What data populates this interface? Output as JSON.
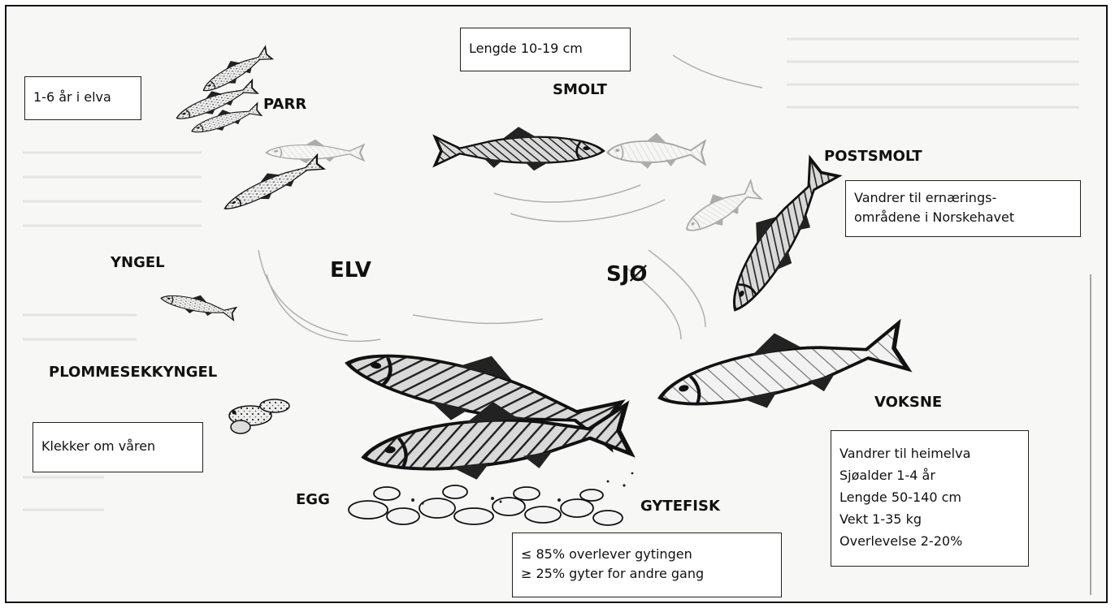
{
  "diagram": {
    "stage_labels": {
      "parr": "PARR",
      "smolt": "SMOLT",
      "postsmolt": "POSTSMOLT",
      "yngel": "YNGEL",
      "elv": "ELV",
      "sjo": "SJØ",
      "plommesekkyngel": "PLOMMESEKKYNGEL",
      "voksne": "VOKSNE",
      "egg": "EGG",
      "gytefisk": "GYTEFISK"
    },
    "info_boxes": {
      "elva": {
        "lines": [
          "1-6 år i elva"
        ]
      },
      "lengde": {
        "lines": [
          "Lengde 10-19 cm"
        ]
      },
      "vandrer_ernaering": {
        "lines": [
          "Vandrer til ernærings-",
          "områdene i Norskehavet"
        ]
      },
      "klekker": {
        "lines": [
          "Klekker om våren"
        ]
      },
      "heimelva": {
        "lines": [
          "Vandrer til heimelva",
          "Sjøalder 1-4 år",
          "Lengde 50-140 cm",
          "Vekt 1-35 kg",
          "Overlevelse 2-20%"
        ]
      },
      "gyting": {
        "lines": [
          "≤ 85% overlever gytingen",
          "≥ 25% gyter for andre gang"
        ]
      }
    }
  }
}
